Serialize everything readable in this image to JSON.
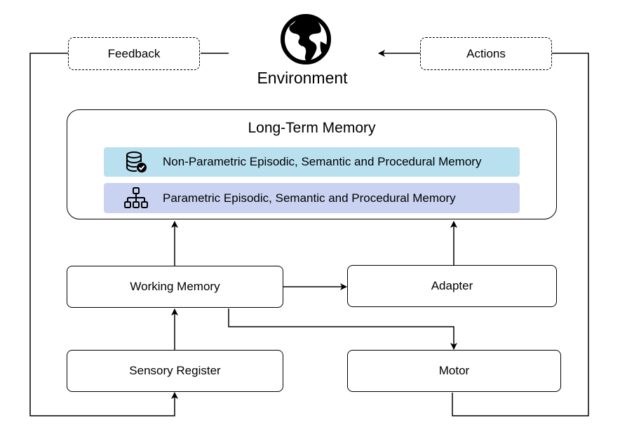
{
  "environment": {
    "label": "Environment",
    "icon": "globe-icon"
  },
  "feedback": {
    "label": "Feedback"
  },
  "actions": {
    "label": "Actions"
  },
  "long_term_memory": {
    "title": "Long-Term Memory",
    "non_parametric": {
      "label": "Non-Parametric Episodic, Semantic and Procedural Memory",
      "icon": "database-check-icon",
      "color": "#b9e0ef"
    },
    "parametric": {
      "label": "Parametric Episodic, Semantic and Procedural Memory",
      "icon": "hierarchy-icon",
      "color": "#c9d3f1"
    }
  },
  "working_memory": {
    "label": "Working Memory"
  },
  "adapter": {
    "label": "Adapter"
  },
  "sensory_register": {
    "label": "Sensory Register"
  },
  "motor": {
    "label": "Motor"
  }
}
